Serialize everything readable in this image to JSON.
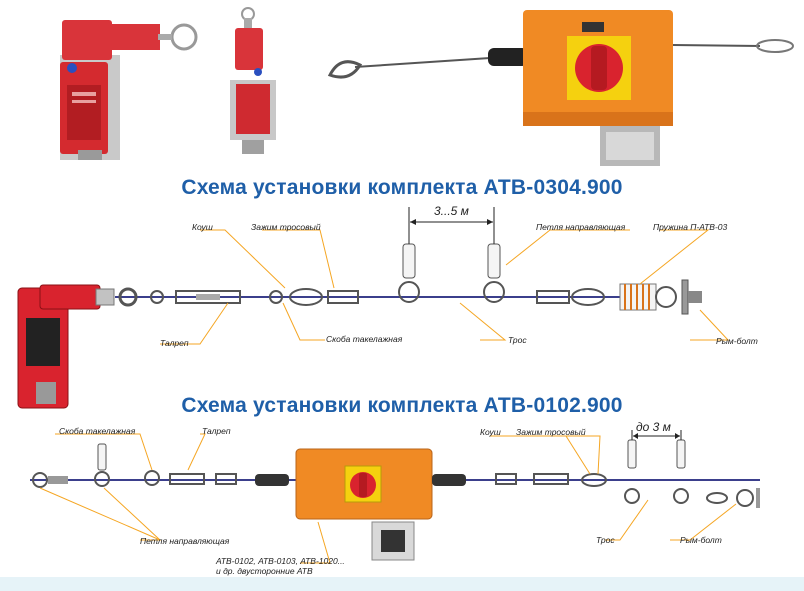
{
  "diagram1": {
    "title": "Схема установки комплекта АТВ-0304.900",
    "labels": {
      "koush": "Коуш",
      "zazhim": "Зажим тросовый",
      "distance": "3...5 м",
      "petlya": "Петля направляющая",
      "pruzhina": "Пружина П-АТВ-03",
      "talrep": "Талреп",
      "skoba": "Скоба такелажная",
      "tros": "Трос",
      "rym": "Рым-болт"
    }
  },
  "diagram2": {
    "title": "Схема установки комплекта АТВ-0102.900",
    "labels": {
      "skoba": "Скоба такелажная",
      "talrep": "Талреп",
      "koush": "Коуш",
      "zazhim": "Зажим тросовый",
      "distance": "до 3 м",
      "petlya": "Петля направляющая",
      "tros": "Трос",
      "rym": "Рым-болт",
      "atv_line1": "АТВ-0102, АТВ-0103, АТВ-1020...",
      "atv_line2": "и др. двусторонние АТВ"
    }
  },
  "colors": {
    "title": "#1f5fa8",
    "leader": "#f5a623",
    "red": "#d9232e",
    "orange": "#f08a24",
    "cable": "#3b3f8c"
  }
}
